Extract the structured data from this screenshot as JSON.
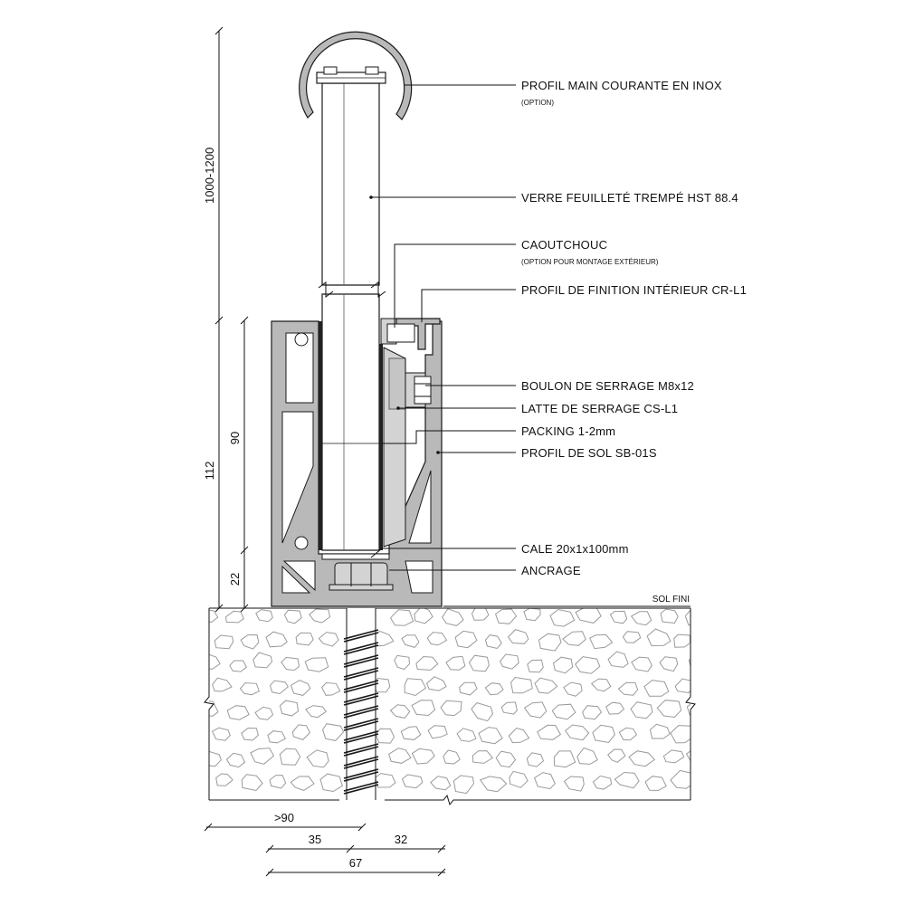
{
  "labels": {
    "handrail": "PROFIL MAIN COURANTE EN INOX",
    "handrail_note": "(OPTION)",
    "glass": "VERRE FEUILLETÉ TREMPÉ HST 88.4",
    "rubber": "CAOUTCHOUC",
    "rubber_note": "(OPTION POUR MONTAGE EXTÉRIEUR)",
    "finish_profile": "PROFIL DE FINITION INTÉRIEUR CR-L1",
    "bolt": "BOULON DE SERRAGE  M8x12",
    "clamp_strip": "LATTE DE SERRAGE  CS-L1",
    "packing": "PACKING 1-2mm",
    "floor_profile": "PROFIL DE SOL SB-01S",
    "shim": "CALE 20x1x100mm",
    "anchor": "ANCRAGE",
    "floor": "SOL FINI"
  },
  "dimensions": {
    "total_height": "1000-1200",
    "profile_height": "112",
    "clamp_height": "90",
    "base_height": "22",
    "edge_distance": ">90",
    "left_width": "35",
    "right_width": "32",
    "total_width": "67"
  },
  "colors": {
    "aluminium": "#b9b9b9",
    "glass": "#ffffff",
    "line": "#111111",
    "concrete_texture": "#9a9a9a"
  }
}
